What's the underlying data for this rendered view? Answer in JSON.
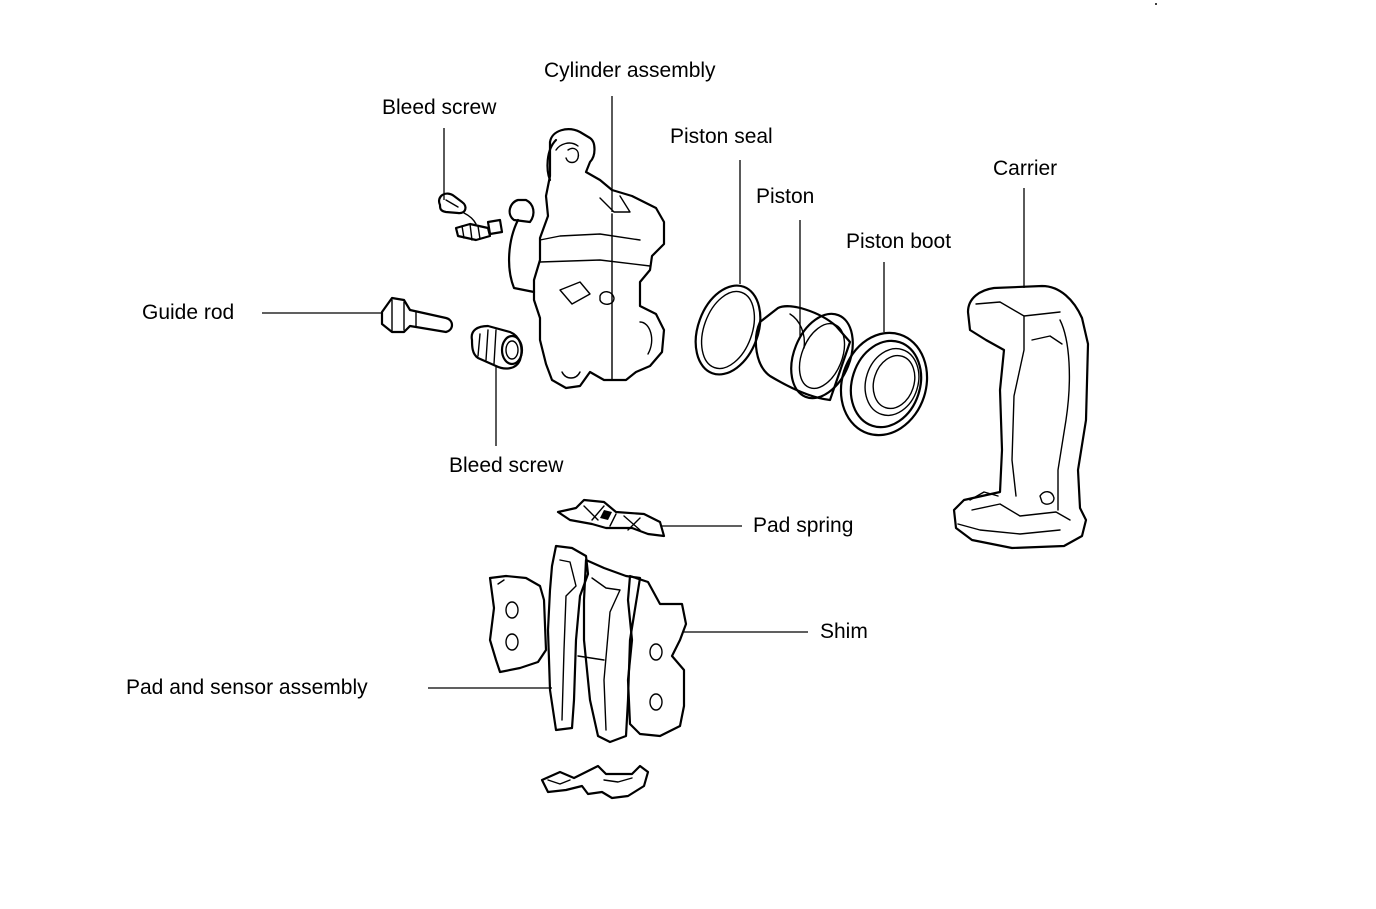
{
  "labels": {
    "cylinder_assembly": "Cylinder assembly",
    "bleed_screw_top": "Bleed screw",
    "piston_seal": "Piston seal",
    "piston": "Piston",
    "piston_boot": "Piston boot",
    "carrier": "Carrier",
    "guide_rod": "Guide rod",
    "bleed_screw_bottom": "Bleed screw",
    "pad_spring": "Pad spring",
    "shim": "Shim",
    "pad_and_sensor_assembly": "Pad and sensor assembly"
  }
}
